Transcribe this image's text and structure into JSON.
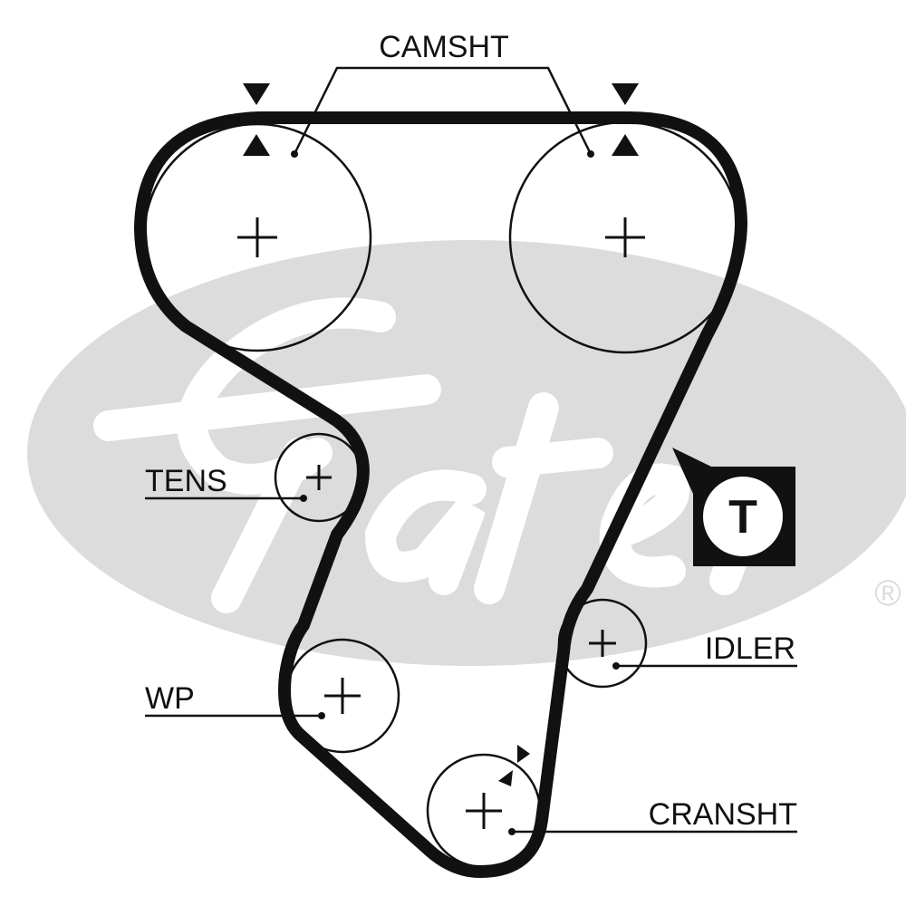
{
  "logo": {
    "text": "Gates",
    "registered": "®",
    "color": "#dcdcdc"
  },
  "labels": {
    "camshaft": "CAMSHT",
    "tensioner": "TENS",
    "water_pump": "WP",
    "idler": "IDLER",
    "crankshaft": "CRANSHT"
  },
  "tension_badge": {
    "letter": "T"
  },
  "colors": {
    "belt": "#111111",
    "background_logo": "#dcdcdc"
  }
}
